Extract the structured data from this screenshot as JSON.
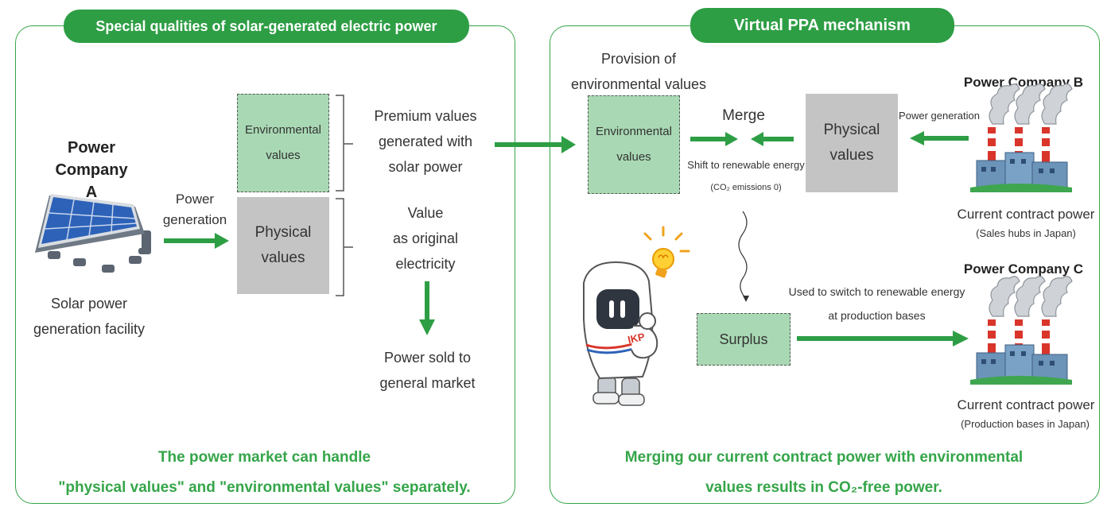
{
  "left_panel": {
    "title": "Special qualities of solar-generated electric power",
    "company_a": [
      "Power",
      "Company A"
    ],
    "facility": [
      "Solar power",
      "generation facility"
    ],
    "power_generation": [
      "Power",
      "generation"
    ],
    "env_values": [
      "Environmental",
      "values"
    ],
    "phys_values": [
      "Physical",
      "values"
    ],
    "premium": [
      "Premium values",
      "generated with",
      "solar power"
    ],
    "value_original": [
      "Value",
      "as original",
      "electricity"
    ],
    "power_sold": [
      "Power sold to",
      "general market"
    ],
    "footer": [
      "The power market can handle",
      "\"physical values\" and \"environmental values\" separately."
    ]
  },
  "right_panel": {
    "title": "Virtual PPA mechanism",
    "provision": [
      "Provision of",
      "environmental values"
    ],
    "env_values": [
      "Environmental",
      "values"
    ],
    "merge": "Merge",
    "shift": "Shift to renewable energy",
    "co2": "(CO₂ emissions 0)",
    "phys_values": [
      "Physical",
      "values"
    ],
    "power_generation": "Power generation",
    "company_b": "Power Company B",
    "company_b_caption": "Current contract power",
    "company_b_sub": "(Sales hubs in Japan)",
    "company_c": "Power Company C",
    "used_to_switch": [
      "Used to switch to renewable energy",
      "at production bases"
    ],
    "surplus": "Surplus",
    "company_c_caption": "Current contract power",
    "company_c_sub": "(Production bases in Japan)",
    "mascot_badge": "IKP",
    "footer": [
      "Merging our current contract power with environmental",
      "values results in CO₂-free power."
    ]
  },
  "colors": {
    "green": "#2e9e45",
    "env_fill": "#a9d9b4",
    "phys_fill": "#c4c4c4"
  },
  "icons": [
    "solar-panel-icon",
    "factory-icon",
    "robot-mascot-icon",
    "light-bulb-icon"
  ]
}
